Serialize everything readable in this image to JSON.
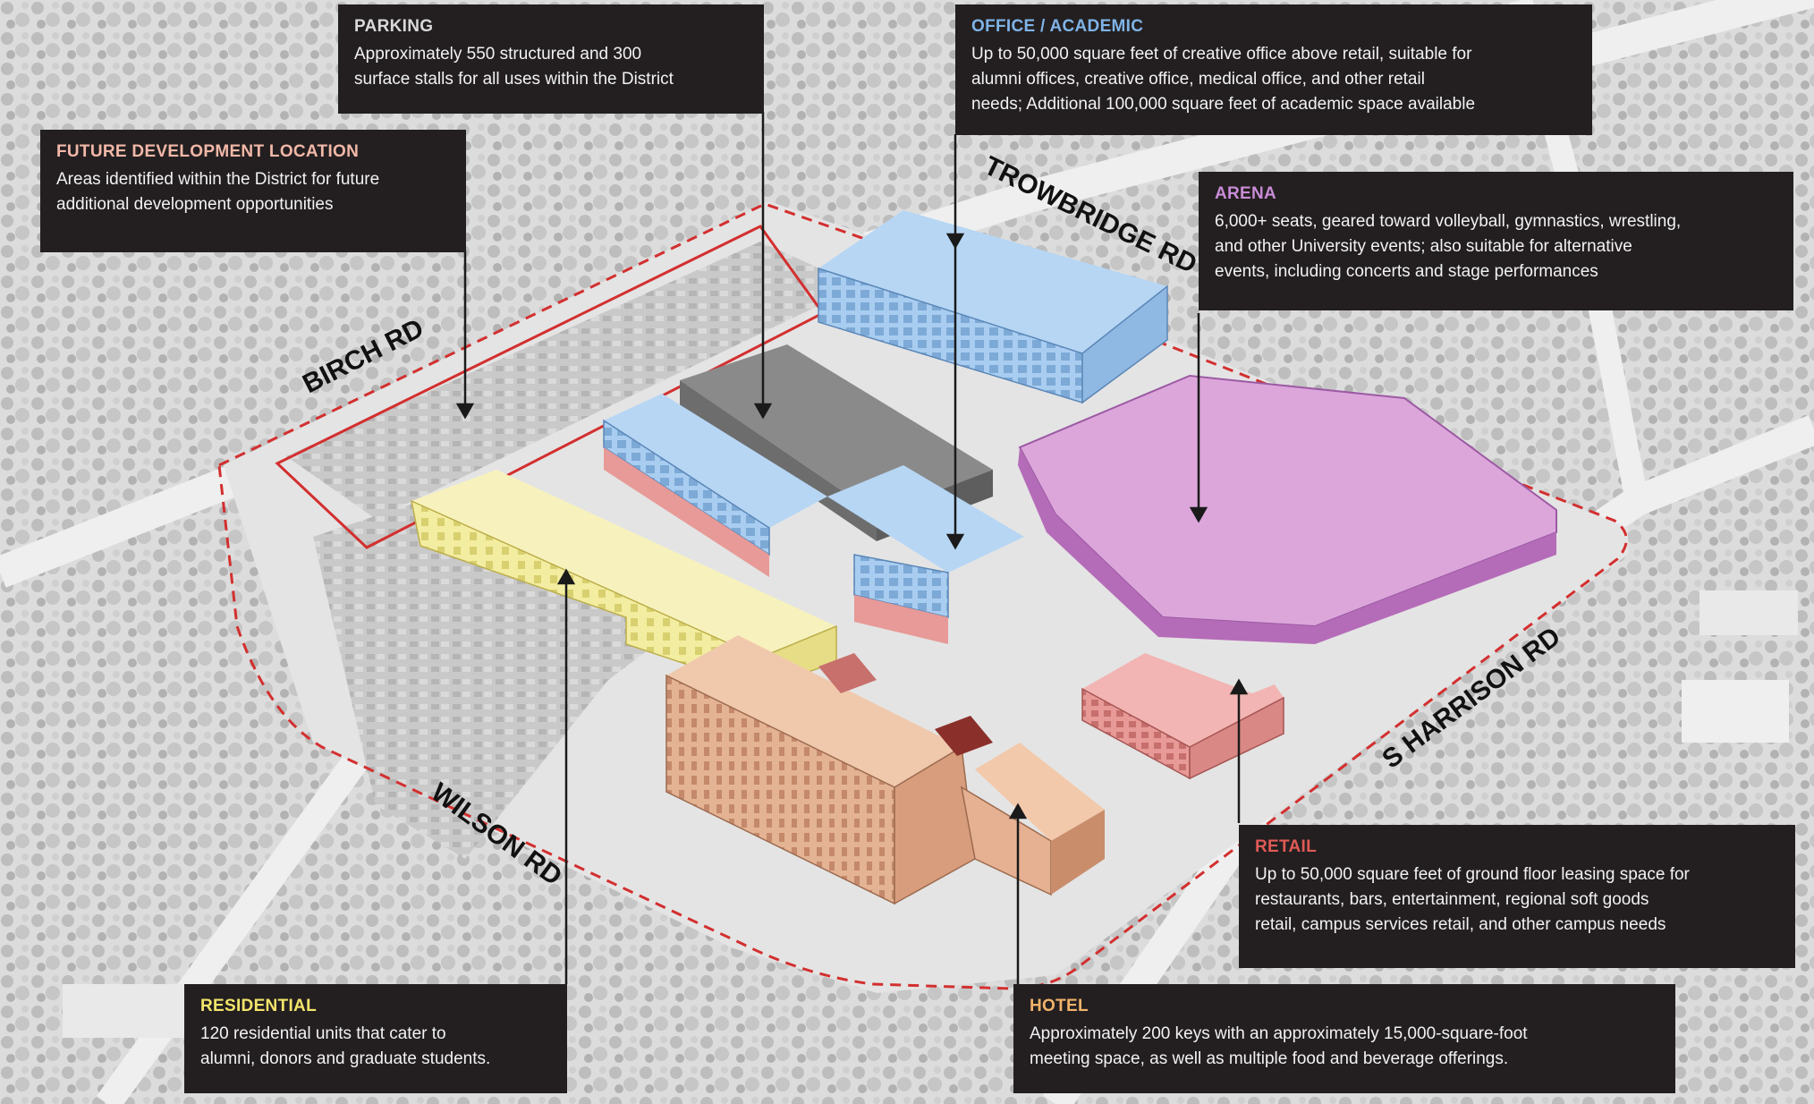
{
  "colors": {
    "background": "#d9d9d9",
    "panel": "#231f20",
    "boundary": "#d32f2f",
    "office": "#a9cdf0",
    "arena": "#d89ad9",
    "residential": "#f3eda1",
    "hotel": "#e8b79a",
    "retail": "#ee9f9f",
    "parking": "#7a7a7a"
  },
  "callouts": {
    "parking": {
      "title": "PARKING",
      "title_color": "#d9d9d9",
      "lines": [
        "Approximately 550 structured and 300",
        "surface stalls for all uses within the District"
      ]
    },
    "office": {
      "title": "OFFICE / ACADEMIC",
      "title_color": "#7fb4e8",
      "lines": [
        "Up to 50,000 square feet of creative office above retail, suitable for",
        "alumni offices, creative office, medical office, and other retail",
        "needs; Additional 100,000 square feet of academic space available"
      ]
    },
    "future": {
      "title": "FUTURE DEVELOPMENT LOCATION",
      "title_color": "#f2b8a8",
      "lines": [
        "Areas identified within the District for future",
        "additional development opportunities"
      ]
    },
    "arena": {
      "title": "ARENA",
      "title_color": "#c98bd6",
      "lines": [
        "6,000+ seats, geared toward volleyball, gymnastics, wrestling,",
        "and other University events; also suitable for alternative",
        "events, including concerts and stage performances"
      ]
    },
    "retail": {
      "title": "RETAIL",
      "title_color": "#e05a55",
      "lines": [
        "Up to 50,000 square feet of ground floor leasing space for",
        "restaurants, bars, entertainment, regional soft goods",
        "retail, campus services retail, and other campus needs"
      ]
    },
    "residential": {
      "title": "RESIDENTIAL",
      "title_color": "#f3e56b",
      "lines": [
        "120 residential units that cater to",
        "alumni, donors and graduate students."
      ]
    },
    "hotel": {
      "title": "HOTEL",
      "title_color": "#f2b36a",
      "lines": [
        "Approximately 200 keys with an approximately 15,000-square-foot",
        "meeting space, as well as multiple food and beverage offerings."
      ]
    }
  },
  "roads": {
    "birch": "BIRCH RD",
    "trowbridge": "TROWBRIDGE RD",
    "wilson": "WILSON RD",
    "harrison": "S HARRISON RD"
  }
}
